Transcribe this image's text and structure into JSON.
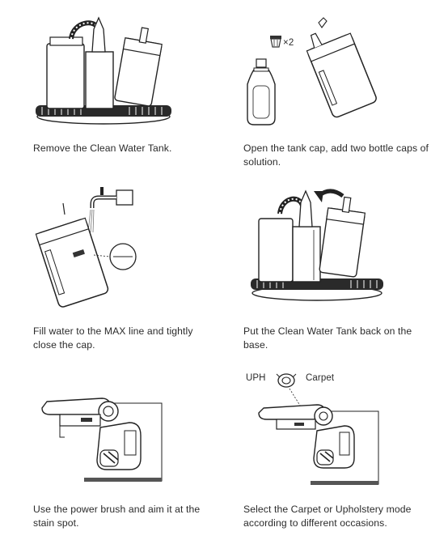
{
  "steps": [
    {
      "caption": "Remove the Clean Water Tank."
    },
    {
      "caption": "Open the tank cap, add two bottle caps of solution.",
      "cap_count": "×2"
    },
    {
      "caption": "Fill water to the MAX line and tightly close the cap."
    },
    {
      "caption": "Put the Clean Water Tank back on the base."
    },
    {
      "caption": "Use the power brush and aim it at the stain spot."
    },
    {
      "caption": "Select the Carpet or Upholstery mode according to different occasions.",
      "mode_left": "UPH",
      "mode_right": "Carpet"
    }
  ]
}
